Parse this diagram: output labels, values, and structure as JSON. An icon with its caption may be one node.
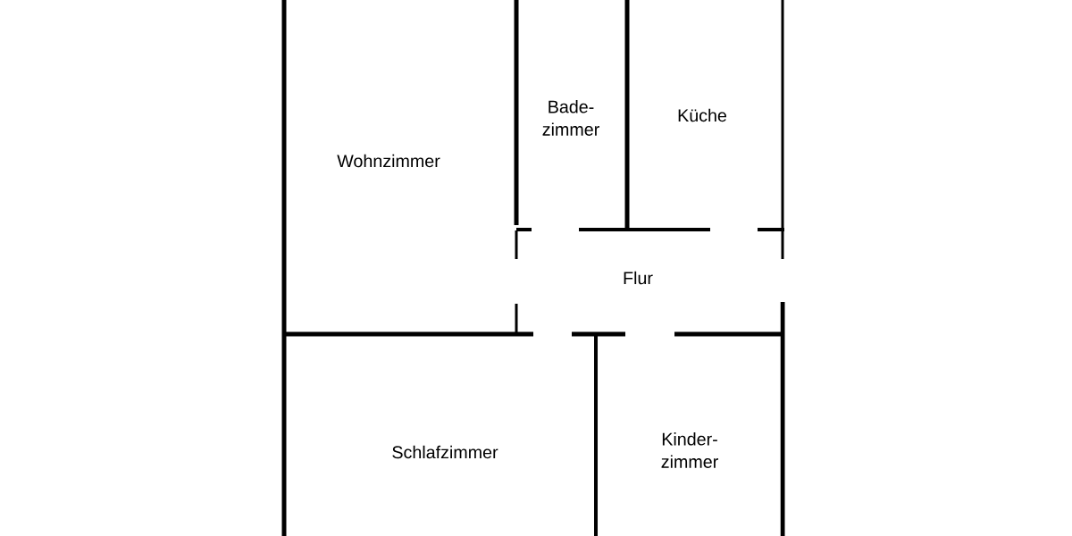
{
  "diagram": {
    "labels": [
      "Wohnzimmer",
      "Bade- zimmer",
      "Küche",
      "Flur",
      "Schlafzimmer",
      "Kinder- zimmer"
    ]
  }
}
